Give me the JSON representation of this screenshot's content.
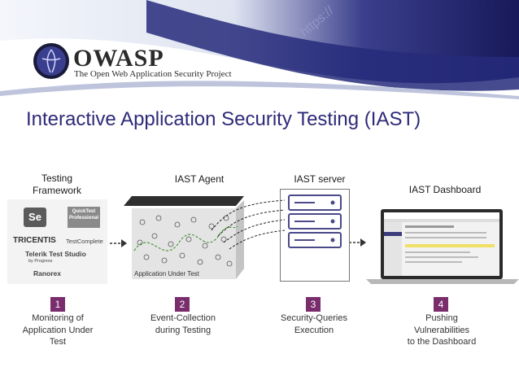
{
  "header": {
    "brand": "OWASP",
    "tagline": "The Open Web Application Security Project",
    "banner_text": "https://"
  },
  "title": "Interactive Application Security Testing (IAST)",
  "columns": [
    {
      "title_line1": "Testing",
      "title_line2": "Framework",
      "step": "1",
      "desc": [
        "Monitoring of",
        "Application Under",
        "Test"
      ]
    },
    {
      "title_line1": "IAST Agent",
      "step": "2",
      "desc": [
        "Event-Collection",
        "during Testing"
      ]
    },
    {
      "title_line1": "IAST server",
      "step": "3",
      "desc": [
        "Security-Queries",
        "Execution"
      ]
    },
    {
      "title_line1": "IAST Dashboard",
      "step": "4",
      "desc": [
        "Pushing",
        "Vulnerabilities",
        "to the Dashboard"
      ]
    }
  ],
  "frameworks": [
    "Se",
    "QuickTest Professional",
    "TRICENTIS",
    "TestComplete",
    "Telerik Test Studio",
    "by Progress",
    "Ranorex"
  ],
  "agent_box_label": "Application Under Test",
  "colors": {
    "title": "#2e2a78",
    "badge": "#7a2d6c",
    "banner": "#1e2060"
  }
}
